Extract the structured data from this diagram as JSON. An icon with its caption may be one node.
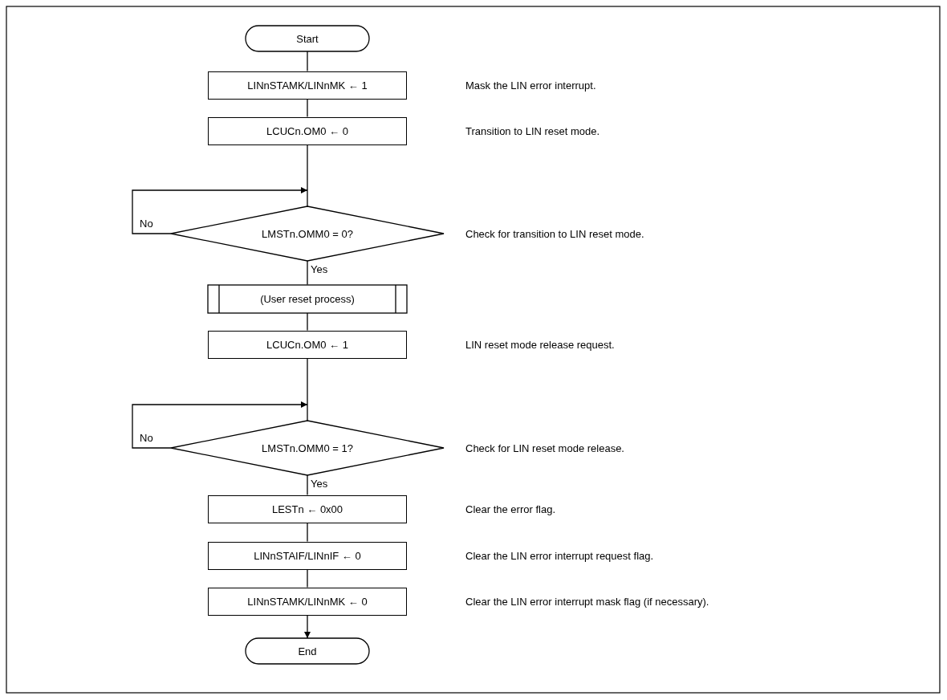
{
  "diagram": {
    "nodes": [
      {
        "text": [
          "Start"
        ]
      },
      {
        "text": [
          "LINnSTAMK/LINnMK ← 1"
        ]
      },
      {
        "text": [
          "LCUCn.OM0 ← 0"
        ]
      },
      {
        "text": [
          "LMSTn.OMM0 = 0?"
        ],
        "beside": [
          "Check for transition to LIN reset mode."
        ]
      },
      {
        "text": [
          "(User reset process)"
        ]
      },
      {
        "text": [
          "LCUCn.OM0 ← 1"
        ]
      },
      {
        "text": [
          "LMSTn.OMM0 = 1?"
        ],
        "beside": [
          "Check for LIN reset mode release."
        ]
      },
      {
        "text": [
          "LESTn ← 0x00"
        ]
      },
      {
        "text": [
          "LINnSTAIF/LINnIF ← 0"
        ]
      },
      {
        "text": [
          "LINnSTAMK/LINnMK ← 0"
        ]
      },
      {
        "text": [
          "End"
        ]
      }
    ],
    "edges": [
      {
        "from": 0,
        "to": 1,
        "arrow": "none"
      },
      {
        "from": 1,
        "to": 2,
        "arrow": "none"
      },
      {
        "from": 2,
        "to": 3,
        "arrow": "none"
      },
      {
        "from": 3,
        "to": 3,
        "arrow": "to",
        "label": "No"
      },
      {
        "from": 3,
        "to": 4,
        "arrow": "none",
        "label": "Yes"
      },
      {
        "from": 4,
        "to": 5,
        "arrow": "none"
      },
      {
        "from": 5,
        "to": 6,
        "arrow": "none"
      },
      {
        "from": 6,
        "to": 6,
        "arrow": "to",
        "label": "No"
      },
      {
        "from": 6,
        "to": 7,
        "arrow": "none",
        "label": "Yes"
      },
      {
        "from": 7,
        "to": 8,
        "arrow": "none"
      },
      {
        "from": 8,
        "to": 9,
        "arrow": "none"
      },
      {
        "from": 9,
        "to": 10,
        "arrow": "to"
      }
    ],
    "labels": [
      "Mask the LIN error interrupt.",
      "Transition to LIN reset mode.",
      "LIN reset mode release request.",
      "Clear the error flag.",
      "Clear the LIN error interrupt request flag.",
      "Clear the LIN error interrupt mask flag (if necessary)."
    ]
  }
}
